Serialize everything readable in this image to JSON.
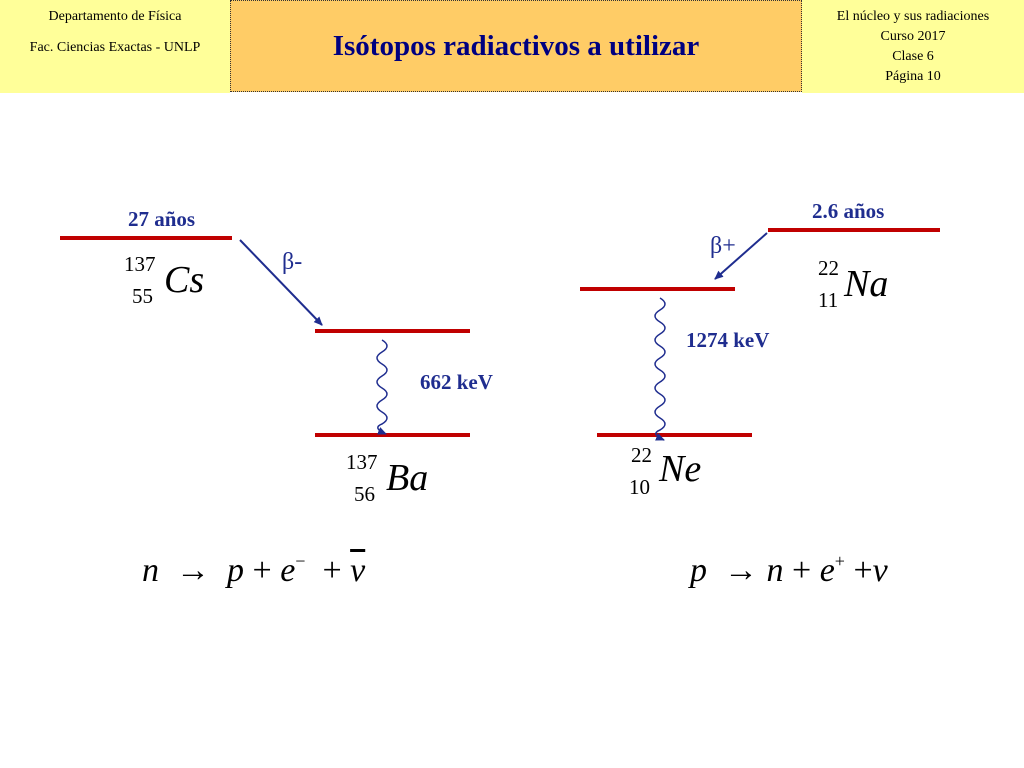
{
  "header": {
    "left_line1": "Departamento de Física",
    "left_line2": "Fac. Ciencias Exactas - UNLP",
    "title": "Isótopos radiactivos a utilizar",
    "right_line1": "El núcleo y sus radiaciones",
    "right_line2": "Curso 2017",
    "right_line3": "Clase 6",
    "right_line4": "Página 10"
  },
  "left_scheme": {
    "halflife": "27 años",
    "decay": "β-",
    "gamma_energy": "662 keV",
    "parent": {
      "mass": "137",
      "z": "55",
      "symbol": "Cs"
    },
    "daughter": {
      "mass": "137",
      "z": "56",
      "symbol": "Ba"
    },
    "equation": {
      "n": "n",
      "arrow": "→",
      "p": "p",
      "plus1": "+",
      "e": "e",
      "e_charge": "−",
      "plus2": "+",
      "nu": "ν"
    }
  },
  "right_scheme": {
    "halflife": "2.6 años",
    "decay": "β+",
    "gamma_energy": "1274 keV",
    "parent": {
      "mass": "22",
      "z": "11",
      "symbol": "Na"
    },
    "daughter": {
      "mass": "22",
      "z": "10",
      "symbol": "Ne"
    },
    "equation": {
      "p": "p",
      "arrow": "→",
      "n": "n",
      "plus1": "+",
      "e": "e",
      "e_charge": "+",
      "plus2": "+",
      "nu": "ν"
    }
  },
  "colors": {
    "level_line": "#c00000",
    "arrow": "#1f2d8f",
    "label": "#1f2d8f",
    "title": "#000080"
  }
}
